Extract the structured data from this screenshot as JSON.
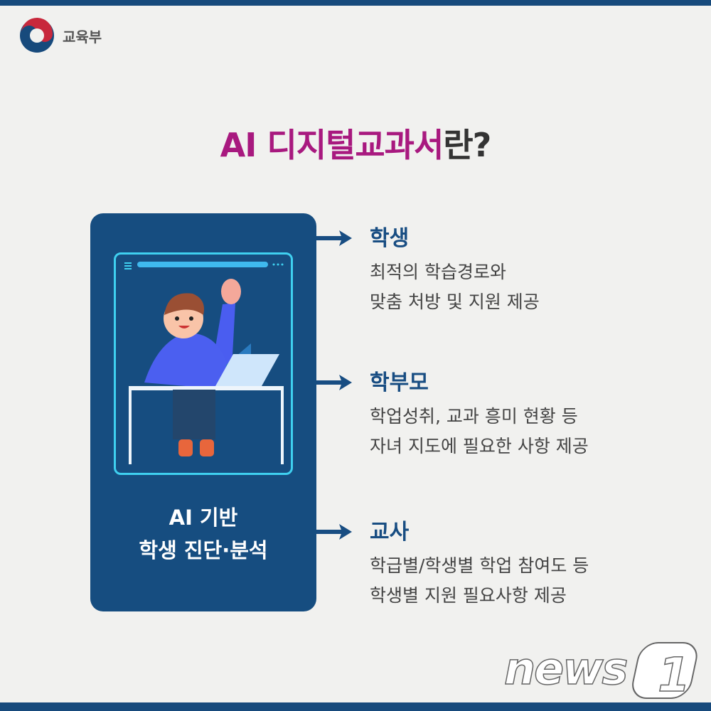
{
  "logo": {
    "name": "교육부"
  },
  "title": {
    "part1": "AI 디지털교과서",
    "part2": "란?"
  },
  "card": {
    "line1": "AI 기반",
    "line2": "학생 진단·분석"
  },
  "sections": [
    {
      "heading": "학생",
      "line1": "최적의 학습경로와",
      "line2": "맞춤 처방 및 지원 제공"
    },
    {
      "heading": "학부모",
      "line1": "학업성취, 교과 흥미 현황 등",
      "line2": "자녀 지도에 필요한 사항 제공"
    },
    {
      "heading": "교사",
      "line1": "학급별/학생별 학업 참여도 등",
      "line2": "학생별 지원 필요사항 제공"
    }
  ],
  "watermark": "news1",
  "colors": {
    "brand": "#174a7c",
    "title_accent": "#a8197f",
    "heading": "#184d82"
  }
}
